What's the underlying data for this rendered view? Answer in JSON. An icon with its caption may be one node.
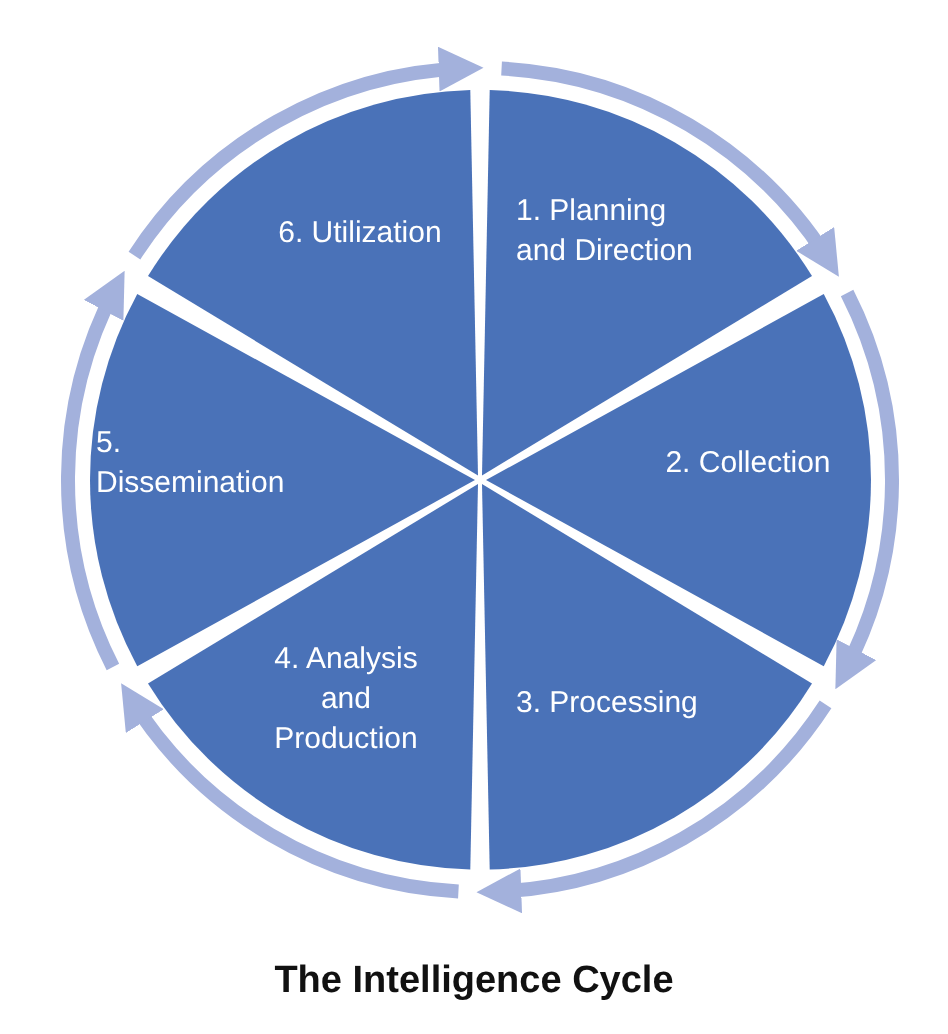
{
  "diagram": {
    "title": "The Intelligence Cycle",
    "nodes": [
      {
        "text": [
          "1. Planning and Direction"
        ]
      },
      {
        "text": [
          "2. Collection"
        ]
      },
      {
        "text": [
          "3. Processing"
        ]
      },
      {
        "text": [
          "4. Analysis and Production"
        ]
      },
      {
        "text": [
          "5. Dissemination"
        ]
      },
      {
        "text": [
          "6. Utilization"
        ]
      }
    ],
    "edges": [
      {
        "from": 0,
        "to": 1,
        "arrow": "to"
      },
      {
        "from": 1,
        "to": 2,
        "arrow": "to"
      },
      {
        "from": 2,
        "to": 3,
        "arrow": "to"
      },
      {
        "from": 3,
        "to": 4,
        "arrow": "to"
      },
      {
        "from": 4,
        "to": 5,
        "arrow": "to"
      },
      {
        "from": 5,
        "to": 0,
        "arrow": "to"
      }
    ]
  }
}
